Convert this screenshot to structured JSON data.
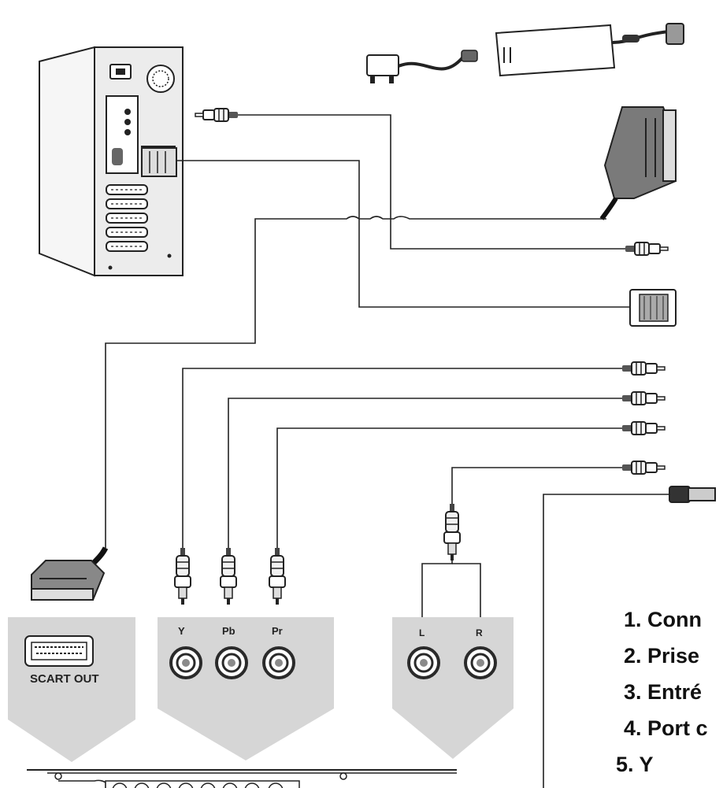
{
  "panels": {
    "scart": {
      "label": "SCART OUT"
    },
    "component": {
      "labels": [
        "Y",
        "Pb",
        "Pr"
      ]
    },
    "audio": {
      "labels": [
        "L",
        "R"
      ]
    }
  },
  "legend": {
    "items": [
      {
        "text": "1. Conn"
      },
      {
        "text": "2. Prise"
      },
      {
        "text": "3. Entré"
      },
      {
        "text": "4. Port c"
      },
      {
        "text": "5. Y"
      }
    ]
  },
  "colors": {
    "line": "#222222",
    "panel_fill": "#d6d6d6",
    "device_fill": "#ececec",
    "jack_ring": "#2a2a2a"
  }
}
